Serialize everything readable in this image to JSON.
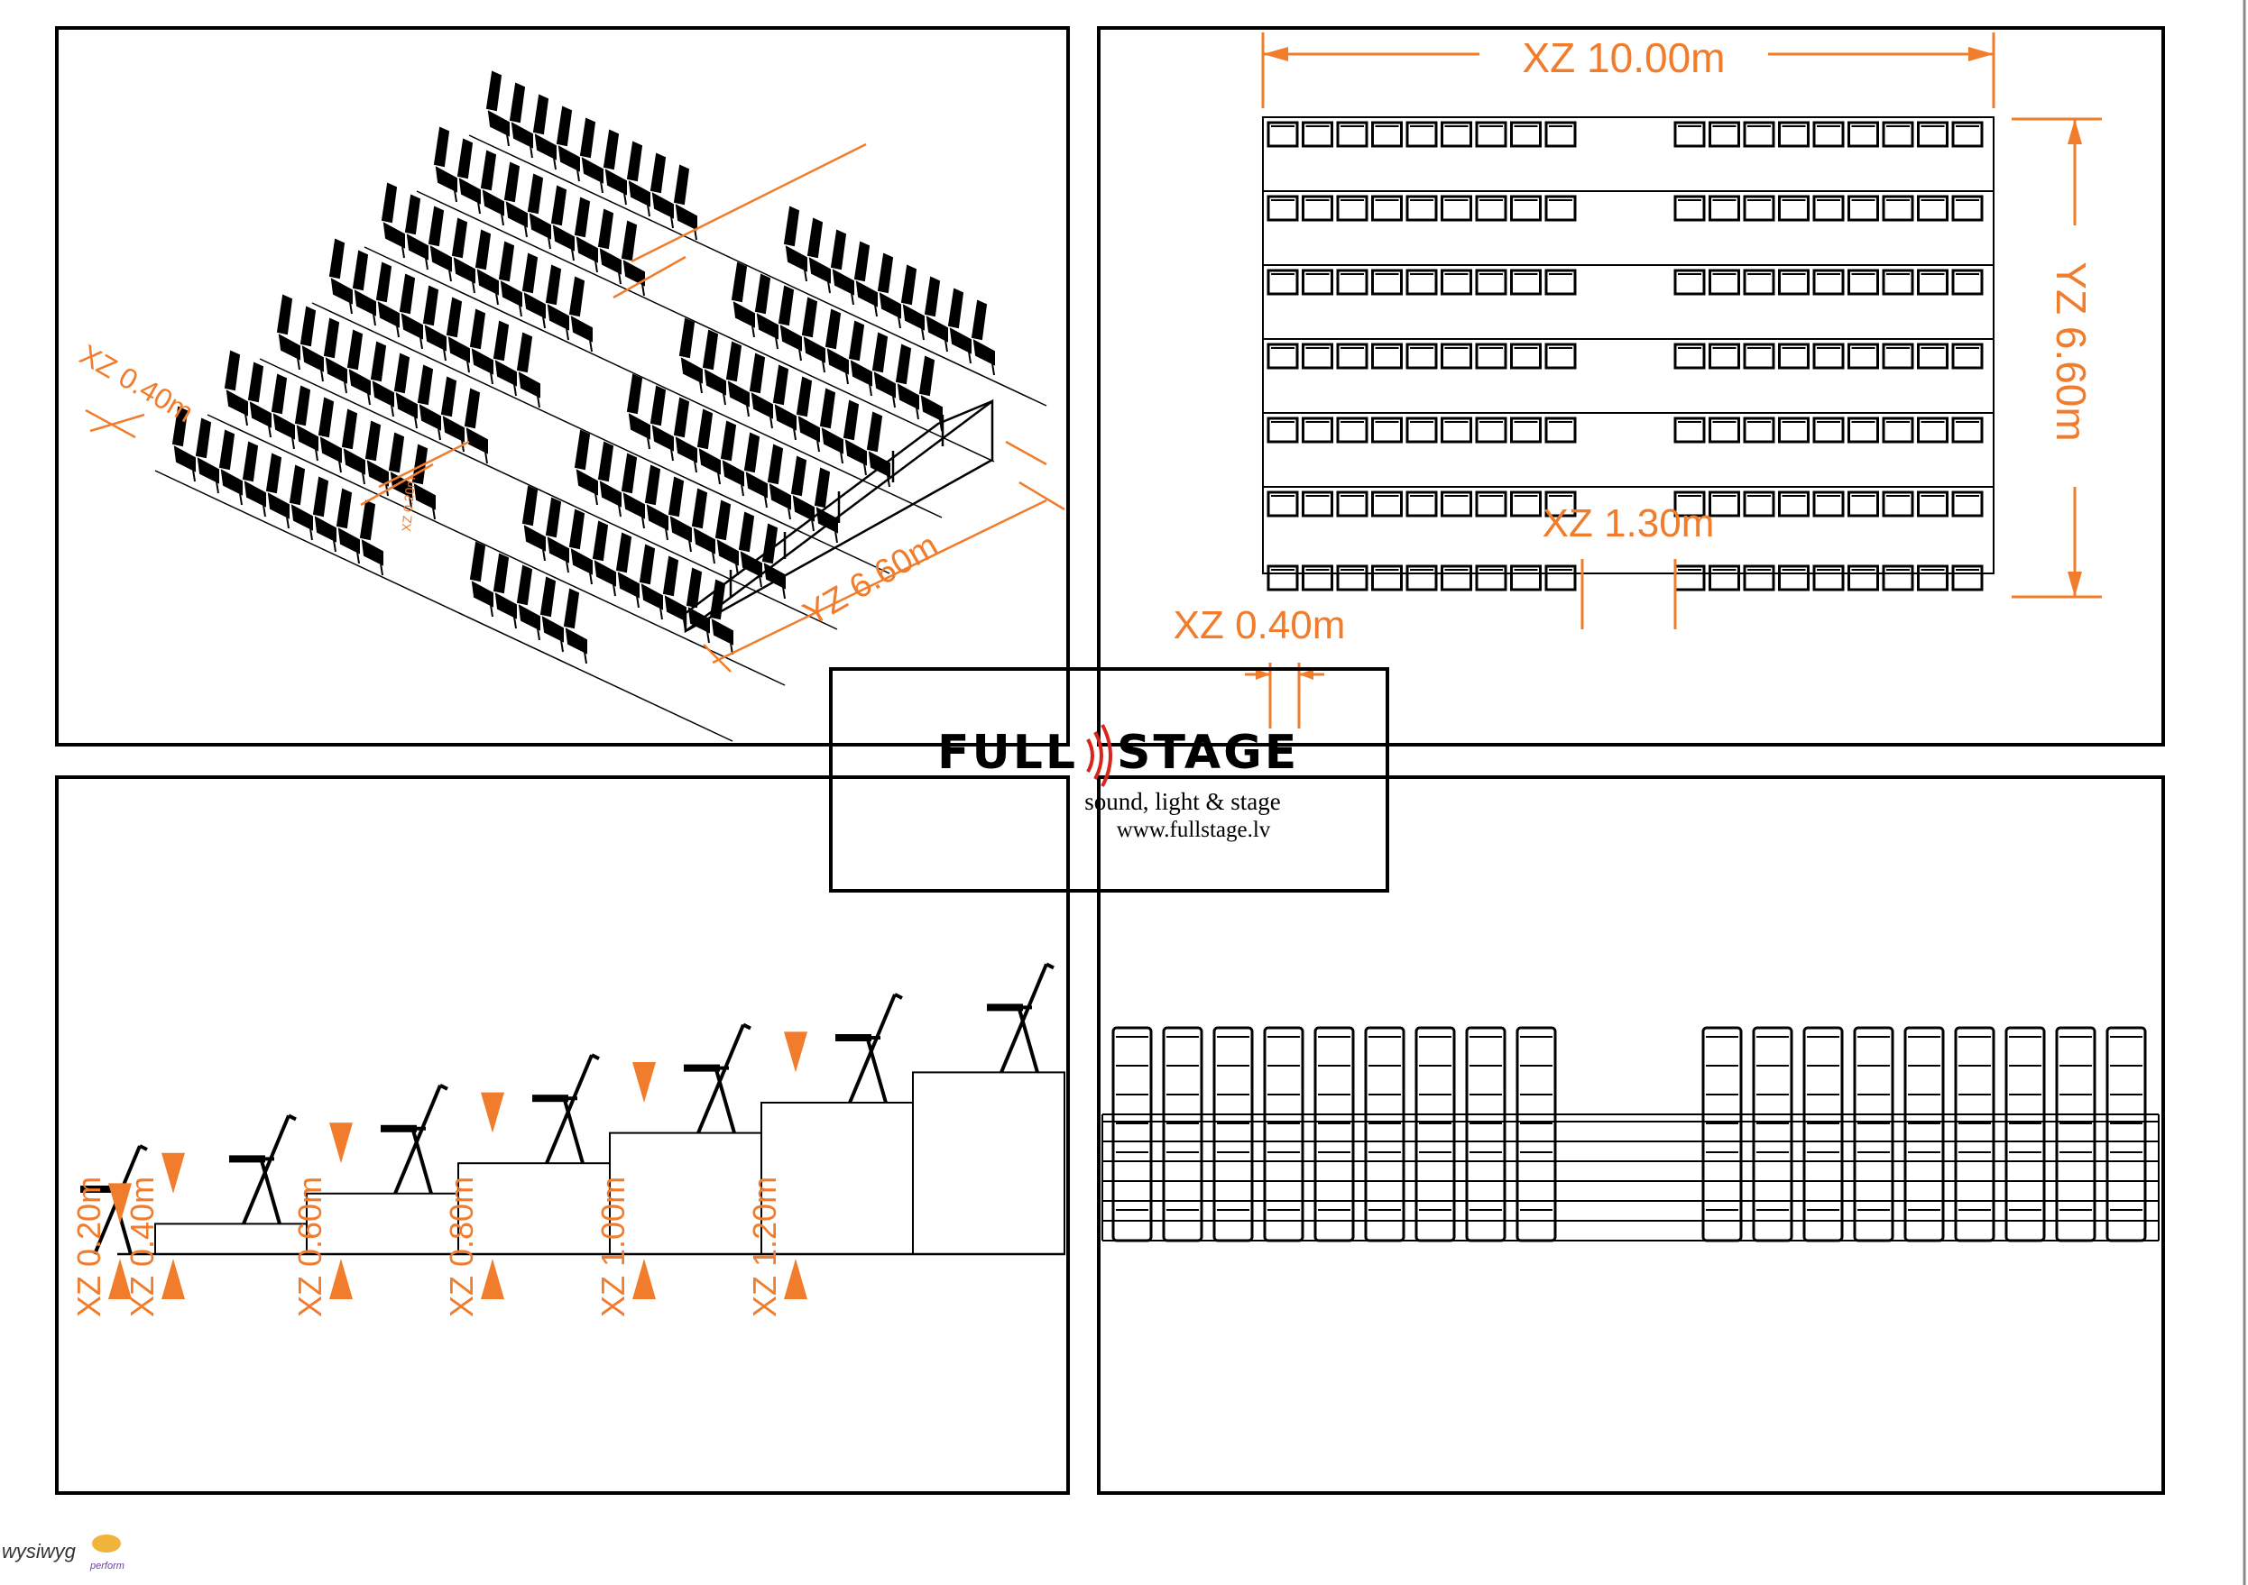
{
  "colors": {
    "line": "#000000",
    "dimension": "#f07c2c",
    "background": "#ffffff",
    "logo_accent": "#d6261f"
  },
  "iso_view": {
    "dim_x": "XZ 0.40m",
    "dim_y": "YZ 6.60m",
    "dim_small": "XZ 0.20m",
    "rows": 7
  },
  "top_view": {
    "width_label": "XZ 10.00m",
    "depth_label": "YZ 6.60m",
    "aisle_label": "XZ 1.30m",
    "seat_label": "XZ 0.40m",
    "rows": 7,
    "seats_per_block": 9
  },
  "side_view": {
    "steps": [
      {
        "label": "XZ 0.20m",
        "height_m": 0.0
      },
      {
        "label": "XZ 0.40m",
        "height_m": 0.2
      },
      {
        "label": "XZ 0.60m",
        "height_m": 0.4
      },
      {
        "label": "XZ 0.80m",
        "height_m": 0.6
      },
      {
        "label": "XZ 1.00m",
        "height_m": 0.8
      },
      {
        "label": "XZ 1.20m",
        "height_m": 1.0
      },
      {
        "label": "",
        "height_m": 1.2
      }
    ]
  },
  "front_view": {
    "seats_per_block": 9,
    "rows": 7
  },
  "logo": {
    "word_left": "FULL",
    "word_right": "STAGE",
    "tagline": "sound, light & stage",
    "url": "www.fullstage.lv"
  },
  "footer": {
    "brand": "wysiwyg",
    "edition": "perform"
  }
}
